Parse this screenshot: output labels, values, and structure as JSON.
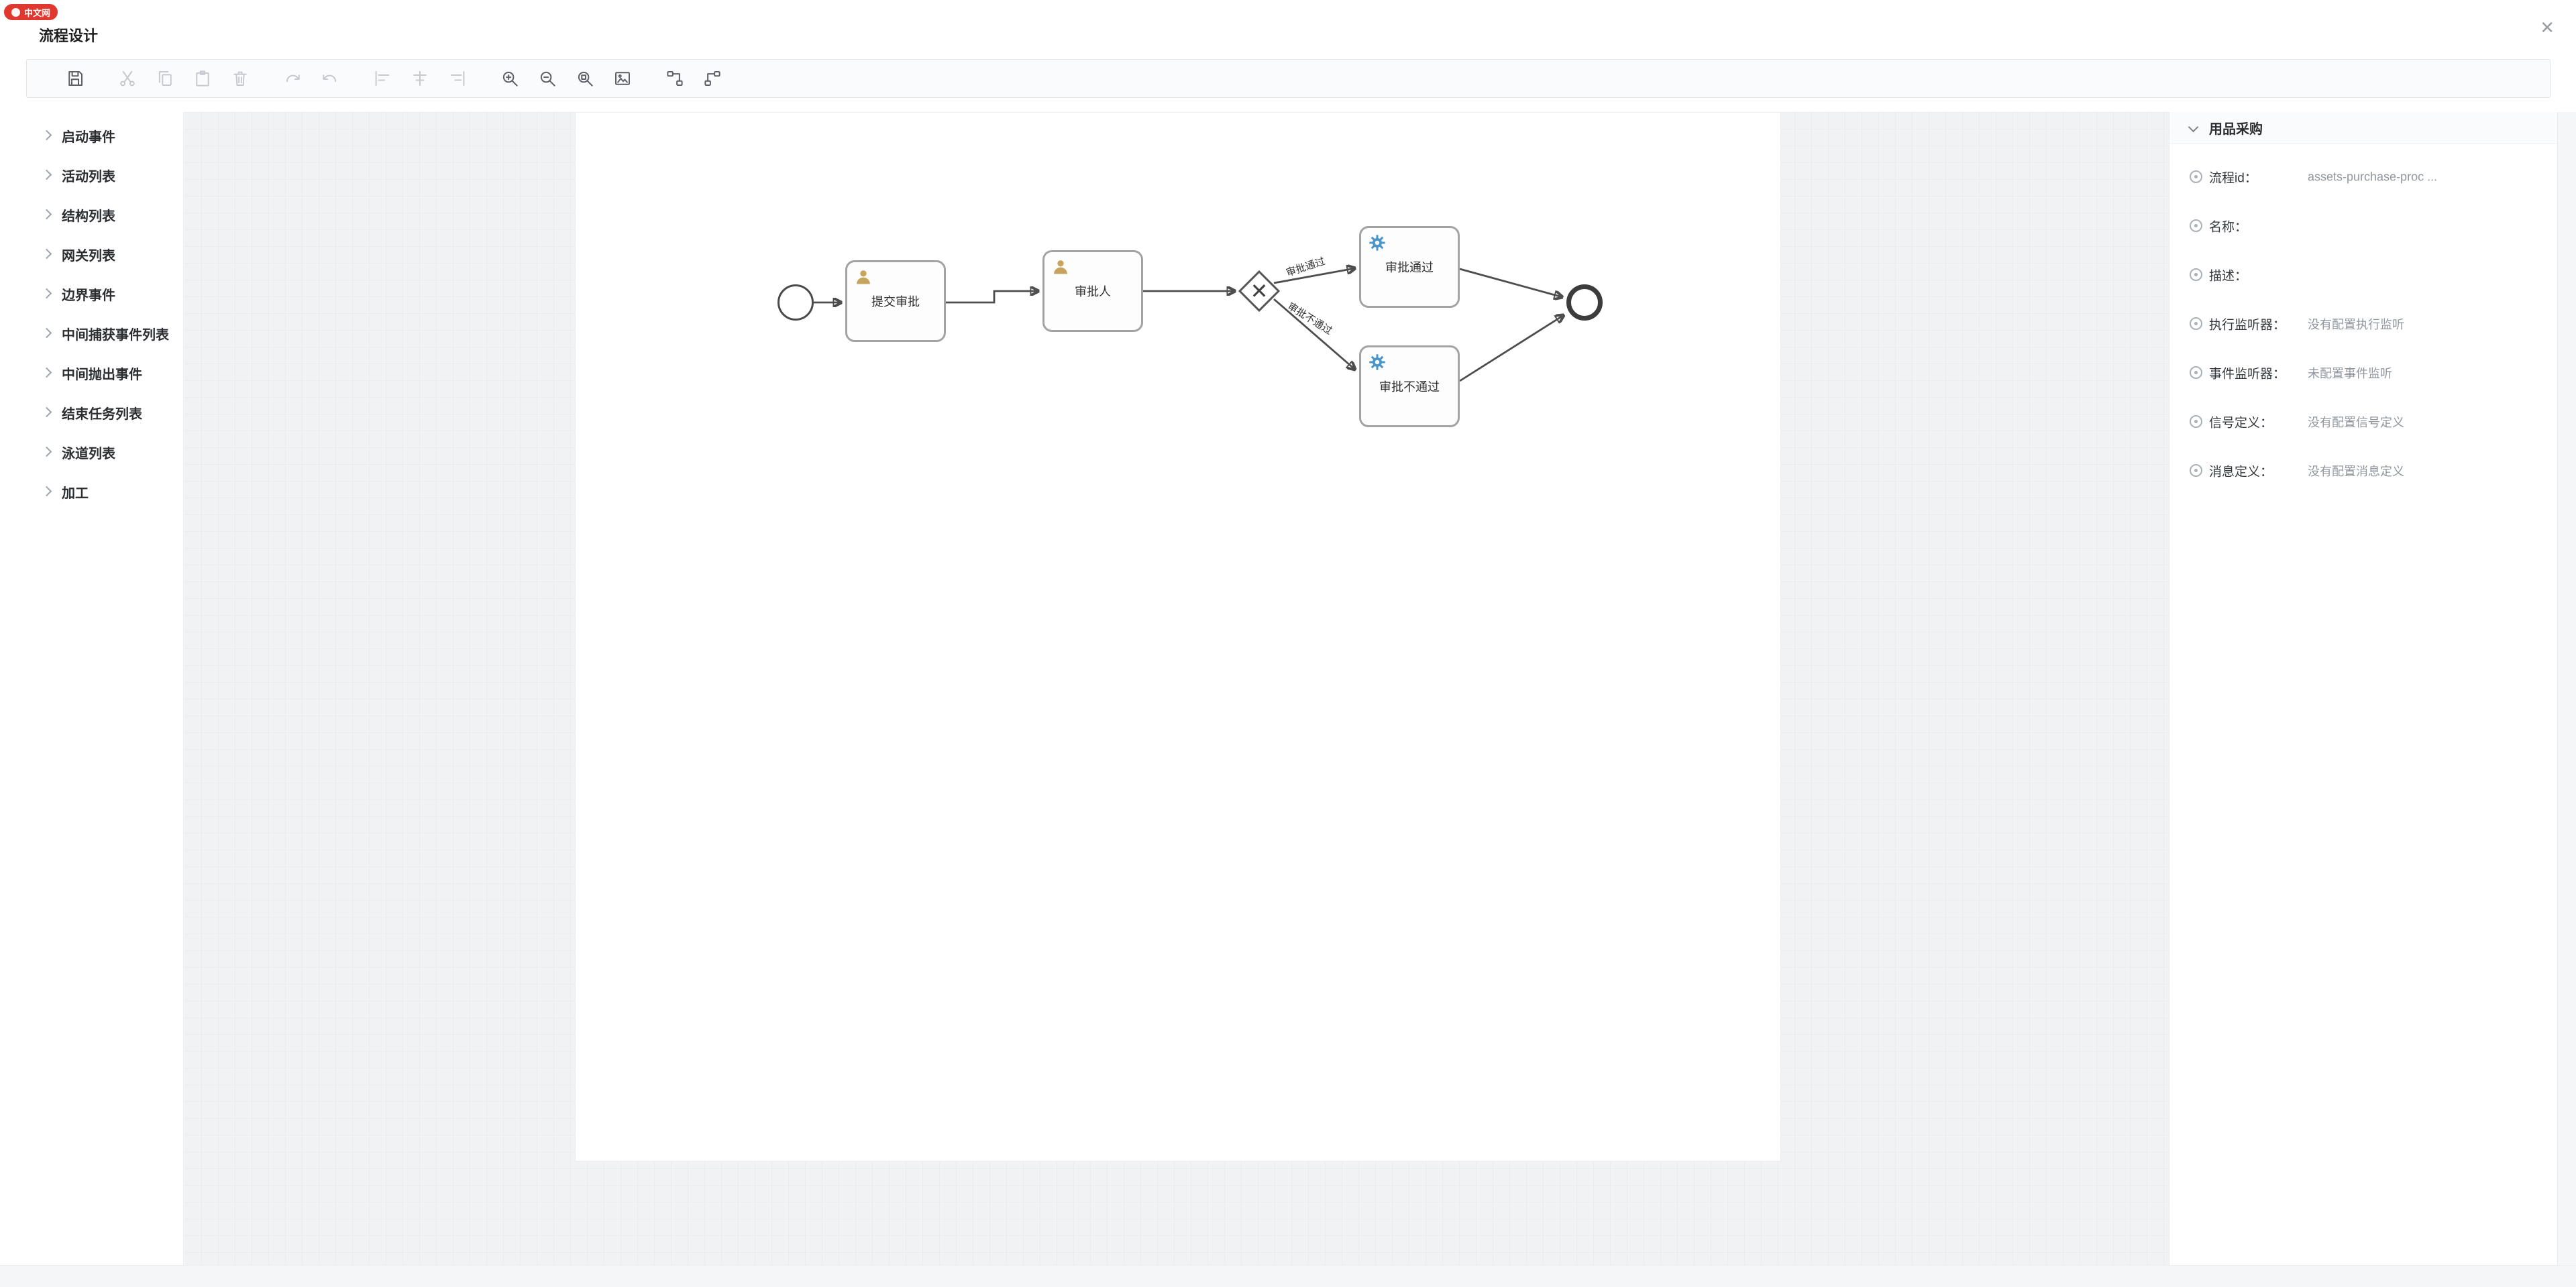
{
  "header": {
    "logo_text": "中文网",
    "title": "流程设计",
    "close_glyph": "✕"
  },
  "colors": {
    "brand_red": "#e0382f",
    "service_task_gear_blue": "#4a96c8",
    "user_task_person_tan": "#c7a45e",
    "flow_arrow": "#4d4d4d"
  },
  "toolbar": {
    "icons": [
      "save",
      "cut",
      "copy",
      "paste",
      "delete",
      "redo",
      "undo",
      "align-left",
      "align-center",
      "align-right",
      "zoom-in",
      "zoom-out",
      "zoom-reset",
      "snapshot",
      "flow-preview",
      "mini-map"
    ]
  },
  "sidebar": {
    "items": [
      {
        "label": "启动事件"
      },
      {
        "label": "活动列表"
      },
      {
        "label": "结构列表"
      },
      {
        "label": "网关列表"
      },
      {
        "label": "边界事件"
      },
      {
        "label": "中间捕获事件列表"
      },
      {
        "label": "中间抛出事件"
      },
      {
        "label": "结束任务列表"
      },
      {
        "label": "泳道列表"
      },
      {
        "label": "加工"
      }
    ]
  },
  "diagram": {
    "nodes": {
      "start": {
        "type": "start-event"
      },
      "task_submit": {
        "type": "user-task",
        "label": "提交审批"
      },
      "task_approver": {
        "type": "user-task",
        "label": "审批人"
      },
      "gateway": {
        "type": "exclusive-gateway",
        "glyph": "✕"
      },
      "task_pass": {
        "type": "service-task",
        "label": "审批通过"
      },
      "task_reject": {
        "type": "service-task",
        "label": "审批不通过"
      },
      "end": {
        "type": "end-event"
      }
    },
    "edges": [
      {
        "from": "start",
        "to": "task_submit",
        "label": ""
      },
      {
        "from": "task_submit",
        "to": "task_approver",
        "label": ""
      },
      {
        "from": "task_approver",
        "to": "gateway",
        "label": ""
      },
      {
        "from": "gateway",
        "to": "task_pass",
        "label": "审批通过"
      },
      {
        "from": "gateway",
        "to": "task_reject",
        "label": "审批不通过"
      },
      {
        "from": "task_pass",
        "to": "end",
        "label": ""
      },
      {
        "from": "task_reject",
        "to": "end",
        "label": ""
      }
    ]
  },
  "properties": {
    "title": "用品采购",
    "rows": [
      {
        "label": "流程id：",
        "value": "assets-purchase-proc ..."
      },
      {
        "label": "名称：",
        "value": ""
      },
      {
        "label": "描述：",
        "value": ""
      },
      {
        "label": "执行监听器：",
        "value": "没有配置执行监听"
      },
      {
        "label": "事件监听器：",
        "value": "未配置事件监听"
      },
      {
        "label": "信号定义：",
        "value": "没有配置信号定义"
      },
      {
        "label": "消息定义：",
        "value": "没有配置消息定义"
      }
    ]
  }
}
